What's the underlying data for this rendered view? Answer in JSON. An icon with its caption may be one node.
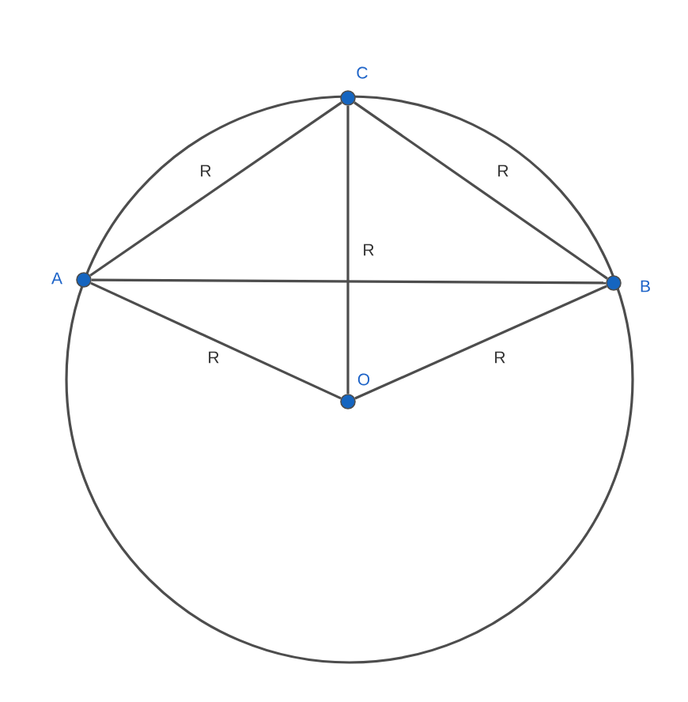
{
  "diagram": {
    "nodes": [
      {
        "text": [],
        "shape": "circle",
        "beside": [
          "C"
        ]
      },
      {
        "text": [],
        "shape": "circle",
        "beside": [
          "A"
        ]
      },
      {
        "text": [],
        "shape": "circle",
        "beside": [
          "B"
        ]
      },
      {
        "text": [],
        "shape": "circle",
        "beside": [
          "O"
        ]
      }
    ],
    "edges": [
      {
        "from": 1,
        "to": 0,
        "arrow": "none",
        "label": "R"
      },
      {
        "from": 0,
        "to": 2,
        "arrow": "none",
        "label": "R"
      },
      {
        "from": 0,
        "to": 3,
        "arrow": "none",
        "label": "R"
      },
      {
        "from": 1,
        "to": 2,
        "arrow": "none"
      },
      {
        "from": 1,
        "to": 3,
        "arrow": "none",
        "label": "R"
      },
      {
        "from": 3,
        "to": 2,
        "arrow": "none",
        "label": "R"
      }
    ]
  }
}
